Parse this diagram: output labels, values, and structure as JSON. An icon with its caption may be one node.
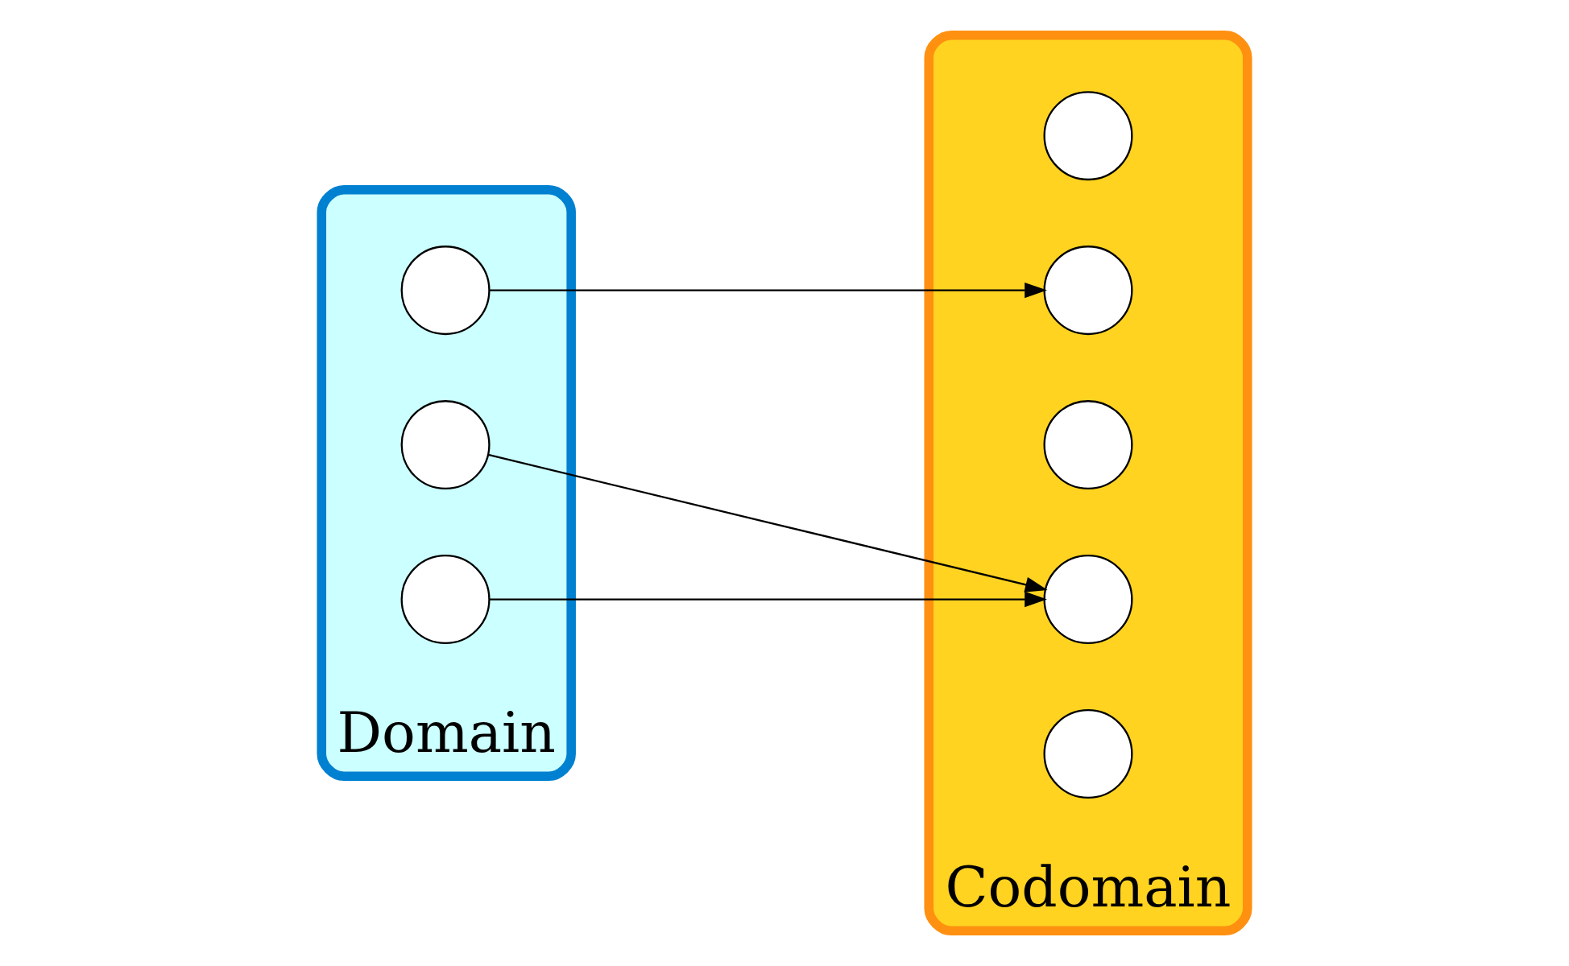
{
  "diagram": {
    "nodes": [
      {
        "text": [
          "Domain"
        ]
      },
      {
        "text": [],
        "shape": "circle",
        "in": 0
      },
      {
        "text": [],
        "shape": "circle",
        "in": 0
      },
      {
        "text": [],
        "shape": "circle",
        "in": 0
      },
      {
        "text": [
          "Codomain"
        ]
      },
      {
        "text": [],
        "shape": "circle",
        "in": 4
      },
      {
        "text": [],
        "shape": "circle",
        "in": 4
      },
      {
        "text": [],
        "shape": "circle",
        "in": 4
      },
      {
        "text": [],
        "shape": "circle",
        "in": 4
      },
      {
        "text": [],
        "shape": "circle",
        "in": 4
      }
    ],
    "edges": [
      {
        "from": 1,
        "to": 6,
        "arrow": "to"
      },
      {
        "from": 2,
        "to": 8,
        "arrow": "to"
      },
      {
        "from": 3,
        "to": 8,
        "arrow": "to"
      }
    ]
  }
}
